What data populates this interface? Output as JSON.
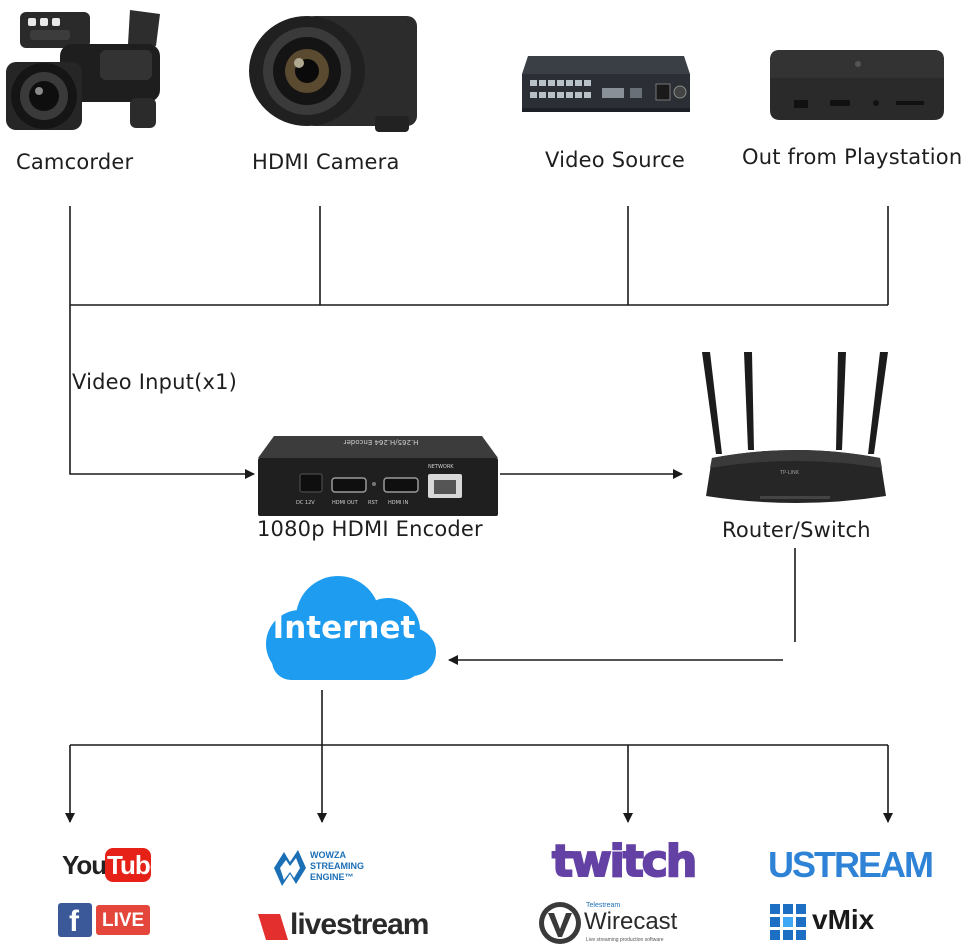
{
  "sources": {
    "camcorder": "Camcorder",
    "hdmi_camera": "HDMI Camera",
    "video_source": "Video Source",
    "playstation": "Out from Playstation"
  },
  "input_label": "Video Input(x1)",
  "encoder": {
    "label": "1080p HDMI Encoder",
    "top_text": "H.265/H.264 Encoder",
    "port_dc": "DC 12V",
    "port_hdmi_out": "HDMI OUT",
    "port_rst": "RST",
    "port_hdmi_in": "HDMI IN",
    "port_network": "NETWORK"
  },
  "router": {
    "label": "Router/Switch",
    "brand": "TP-LINK"
  },
  "internet": {
    "label": "Internet"
  },
  "platforms": {
    "youtube_a": "You",
    "youtube_b": "Tube",
    "facebook_f": "f",
    "facebook_live": "LIVE",
    "wowza_1": "WOWZA",
    "wowza_2": "STREAMING",
    "wowza_3": "ENGINE™",
    "livestream": "livestream",
    "twitch": "twitch",
    "telestream": "Telestream",
    "wirecast": "Wirecast",
    "wirecast_sub": "Live streaming production software",
    "ustream": "USTREAM",
    "vmix": "vMix"
  },
  "colors": {
    "line": "#1a1a1a",
    "youtube_red": "#e62117",
    "facebook_blue": "#3b5998",
    "live_red": "#e4463b",
    "wowza_blue": "#1b6fb5",
    "livestream_red": "#e3302f",
    "twitch_purple": "#6441a4",
    "ustream_blue": "#2f83d6",
    "vmix_blue": "#1d6fc4",
    "cloud_blue": "#1e9cf0"
  }
}
